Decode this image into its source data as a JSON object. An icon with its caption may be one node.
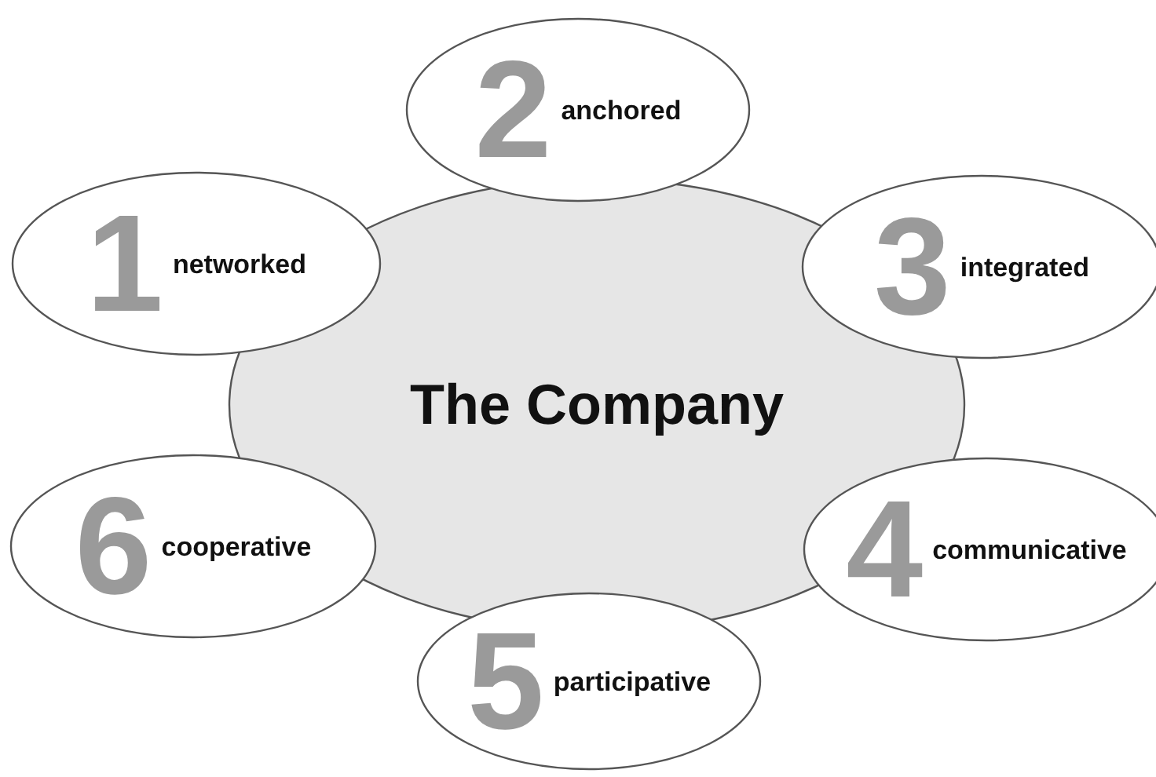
{
  "diagram": {
    "nodes": [
      {
        "text": [
          "The Company"
        ]
      },
      {
        "text": [
          "1",
          "networked"
        ]
      },
      {
        "text": [
          "2",
          "anchored"
        ]
      },
      {
        "text": [
          "3",
          "integrated"
        ]
      },
      {
        "text": [
          "4",
          "communicative"
        ]
      },
      {
        "text": [
          "5",
          "participative"
        ]
      },
      {
        "text": [
          "6",
          "cooperative"
        ]
      }
    ]
  }
}
